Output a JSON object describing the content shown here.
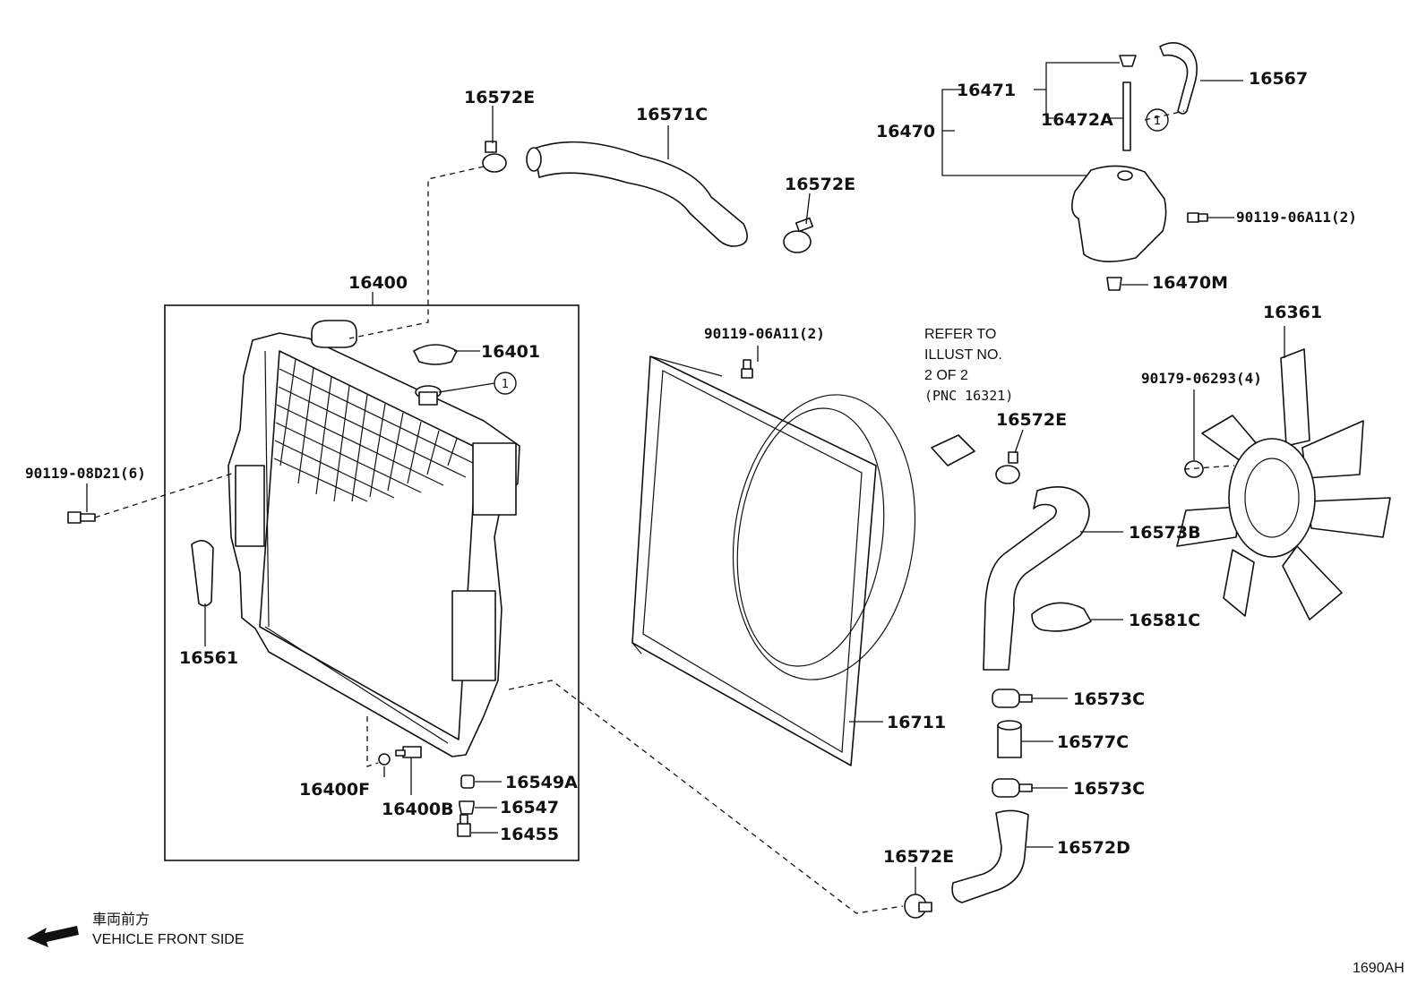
{
  "labels": {
    "p16400": "16400",
    "p16401": "16401",
    "p90119_08D21": "90119-08D21(6)",
    "p16561": "16561",
    "p16400F": "16400F",
    "p16400B": "16400B",
    "p16549A": "16549A",
    "p16547": "16547",
    "p16455": "16455",
    "p16572E_a": "16572E",
    "p16571C": "16571C",
    "p16572E_b": "16572E",
    "p16470": "16470",
    "p16471": "16471",
    "p16472A": "16472A",
    "p16567": "16567",
    "p90119_06A11_a": "90119-06A11(2)",
    "p16470M": "16470M",
    "p90119_06A11_b": "90119-06A11(2)",
    "p16361": "16361",
    "p90179_06293": "90179-06293(4)",
    "p16572E_c": "16572E",
    "p16573B": "16573B",
    "p16581C": "16581C",
    "p16711": "16711",
    "p16573C_a": "16573C",
    "p16577C": "16577C",
    "p16573C_b": "16573C",
    "p16572E_d": "16572E",
    "p16572D": "16572D"
  },
  "circle_refs": [
    "1",
    "1"
  ],
  "refer_note": [
    "REFER TO",
    "ILLUST NO.",
    "2 OF 2",
    "(PNC 16321)"
  ],
  "front_side": {
    "jp": "車両前方",
    "en": "VEHICLE FRONT SIDE"
  },
  "figure_code": "1690AH"
}
